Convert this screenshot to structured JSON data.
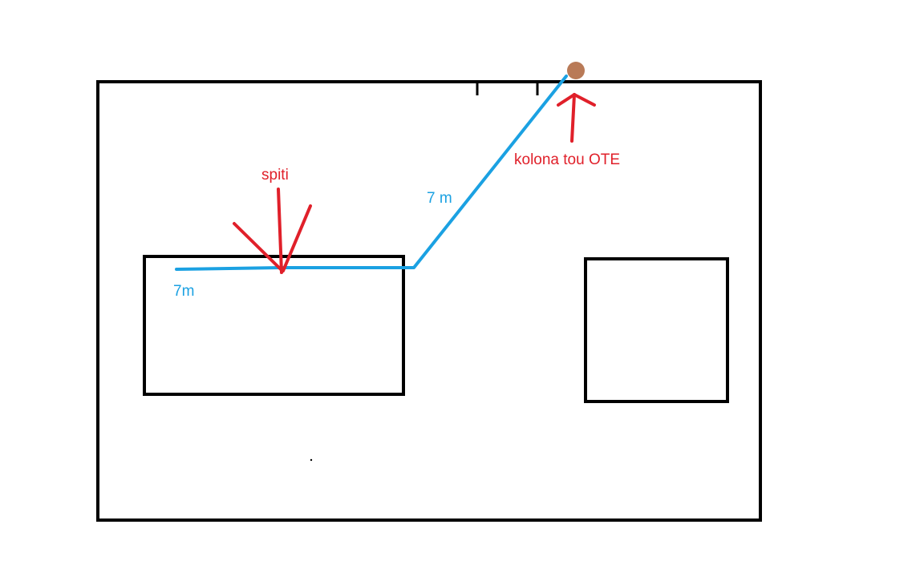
{
  "labels": {
    "house": "spiti",
    "pole": "kolona tou OTE",
    "diagonal_length": "7 m",
    "inside_length": "7m"
  },
  "colors": {
    "outline": "#000000",
    "cable": "#1ba1e2",
    "annotation": "#e0202a",
    "pole": "#b97a57",
    "background": "#ffffff"
  },
  "icons": {
    "pole": "pole-dot-icon",
    "arrows": "arrow-icon"
  }
}
